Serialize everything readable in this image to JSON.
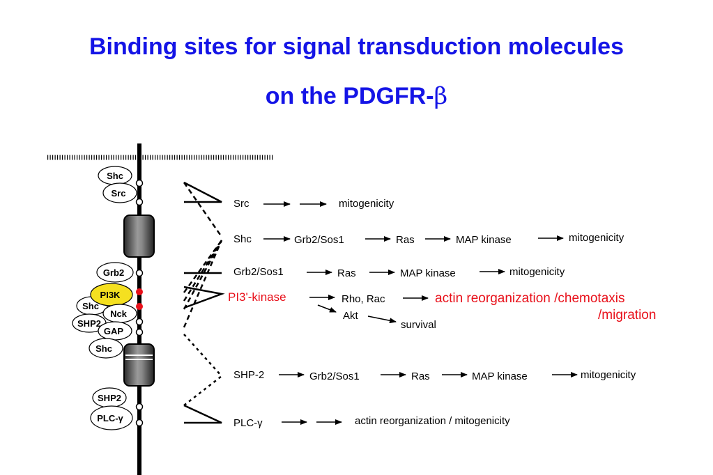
{
  "title": {
    "line1": "Binding sites for signal transduction molecules",
    "line2": "on the PDGFR-",
    "beta": "β"
  },
  "colors": {
    "title": "#1414e6",
    "highlight": "#e8101a",
    "pi3k_fill": "#f5e020"
  },
  "molecules": {
    "shc1": "Shc",
    "src": "Src",
    "grb2": "Grb2",
    "pi3k": "PI3K",
    "shc2": "Shc",
    "nck": "Nck",
    "shp2a": "SHP2",
    "gap": "GAP",
    "shc3": "Shc",
    "shp2b": "SHP2",
    "plc": "PLC-γ"
  },
  "pathways": {
    "src": {
      "start": "Src",
      "step1": "mitogenicity"
    },
    "shc": {
      "start": "Shc",
      "step1": "Grb2/Sos1",
      "step2": "Ras",
      "step3": "MAP kinase",
      "step4": "mitogenicity"
    },
    "grb2": {
      "start": "Grb2/Sos1",
      "step1": "Ras",
      "step2": "MAP kinase",
      "step3": "mitogenicity"
    },
    "pi3k": {
      "start": "PI3'-kinase",
      "rho": "Rho, Rac",
      "result1": "actin reorganization /chemotaxis",
      "result2": "/migration",
      "akt": "Akt",
      "survival": "survival"
    },
    "shp2": {
      "start": "SHP-2",
      "step1": "Grb2/Sos1",
      "step2": "Ras",
      "step3": "MAP kinase",
      "step4": "mitogenicity"
    },
    "plc": {
      "start": "PLC-γ",
      "step1": "actin reorganization / mitogenicity"
    }
  }
}
